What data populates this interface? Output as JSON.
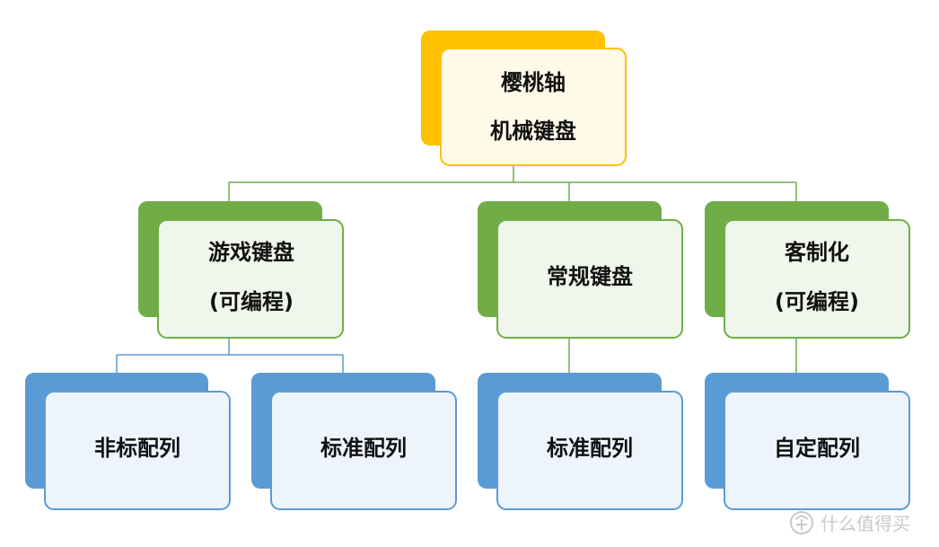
{
  "colors": {
    "yellow": "#FFC000",
    "yellow_front": "#FFF9E8",
    "green": "#70AD47",
    "green_front": "#F0F6EC",
    "blue": "#5B9BD5",
    "blue_front": "#EEF4FB",
    "connector_green": "#70AD47",
    "connector_blue": "#5B9BD5",
    "watermark": "#C9C9C9"
  },
  "nodes": {
    "root": {
      "lines": [
        "樱桃轴",
        "机械键盘"
      ]
    },
    "gaming": {
      "lines": [
        "游戏键盘",
        "(可编程)"
      ]
    },
    "standard": {
      "lines": [
        "常规键盘"
      ]
    },
    "custom": {
      "lines": [
        "客制化",
        "(可编程)"
      ]
    },
    "gaming_nonstandard": {
      "lines": [
        "非标配列"
      ]
    },
    "gaming_standard": {
      "lines": [
        "标准配列"
      ]
    },
    "standard_layout": {
      "lines": [
        "标准配列"
      ]
    },
    "custom_layout": {
      "lines": [
        "自定配列"
      ]
    }
  },
  "watermark": {
    "icon": "smzdm-logo-icon",
    "text": "什么值得买"
  }
}
